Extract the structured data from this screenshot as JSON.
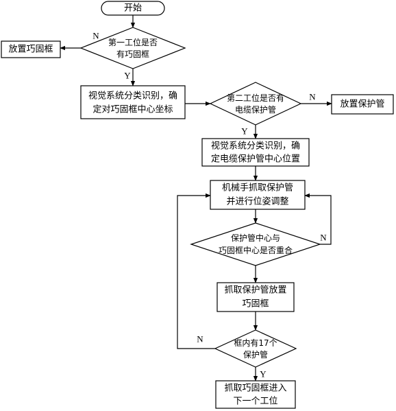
{
  "start": {
    "label": "开始"
  },
  "decision1": {
    "line1": "第一工位是否",
    "line2": "有巧固框"
  },
  "place_frame": {
    "label": "放置巧固框"
  },
  "vision_frame": {
    "line1": "视觉系统分类识别，确",
    "line2": "定对巧固框中心坐标"
  },
  "decision2": {
    "line1": "第二工位是否有",
    "line2": "电缆保护管"
  },
  "place_tube": {
    "label": "放置保护管"
  },
  "vision_tube": {
    "line1": "视觉系统分类识别，确",
    "line2": "定电缆保护管中心位置"
  },
  "robot_grab": {
    "line1": "机械手抓取保护管",
    "line2": "并进行位姿调整"
  },
  "decision3": {
    "line1": "保护管中心与",
    "line2": "巧固框中心是否重合"
  },
  "grab_place": {
    "line1": "抓取保护管放置",
    "line2": "巧固框"
  },
  "decision4": {
    "line1": "框内有17个",
    "line2": "保护管"
  },
  "next_station": {
    "line1": "抓取巧固框进入",
    "line2": "下一个工位"
  },
  "labels": {
    "no": "N",
    "yes": "Y"
  }
}
